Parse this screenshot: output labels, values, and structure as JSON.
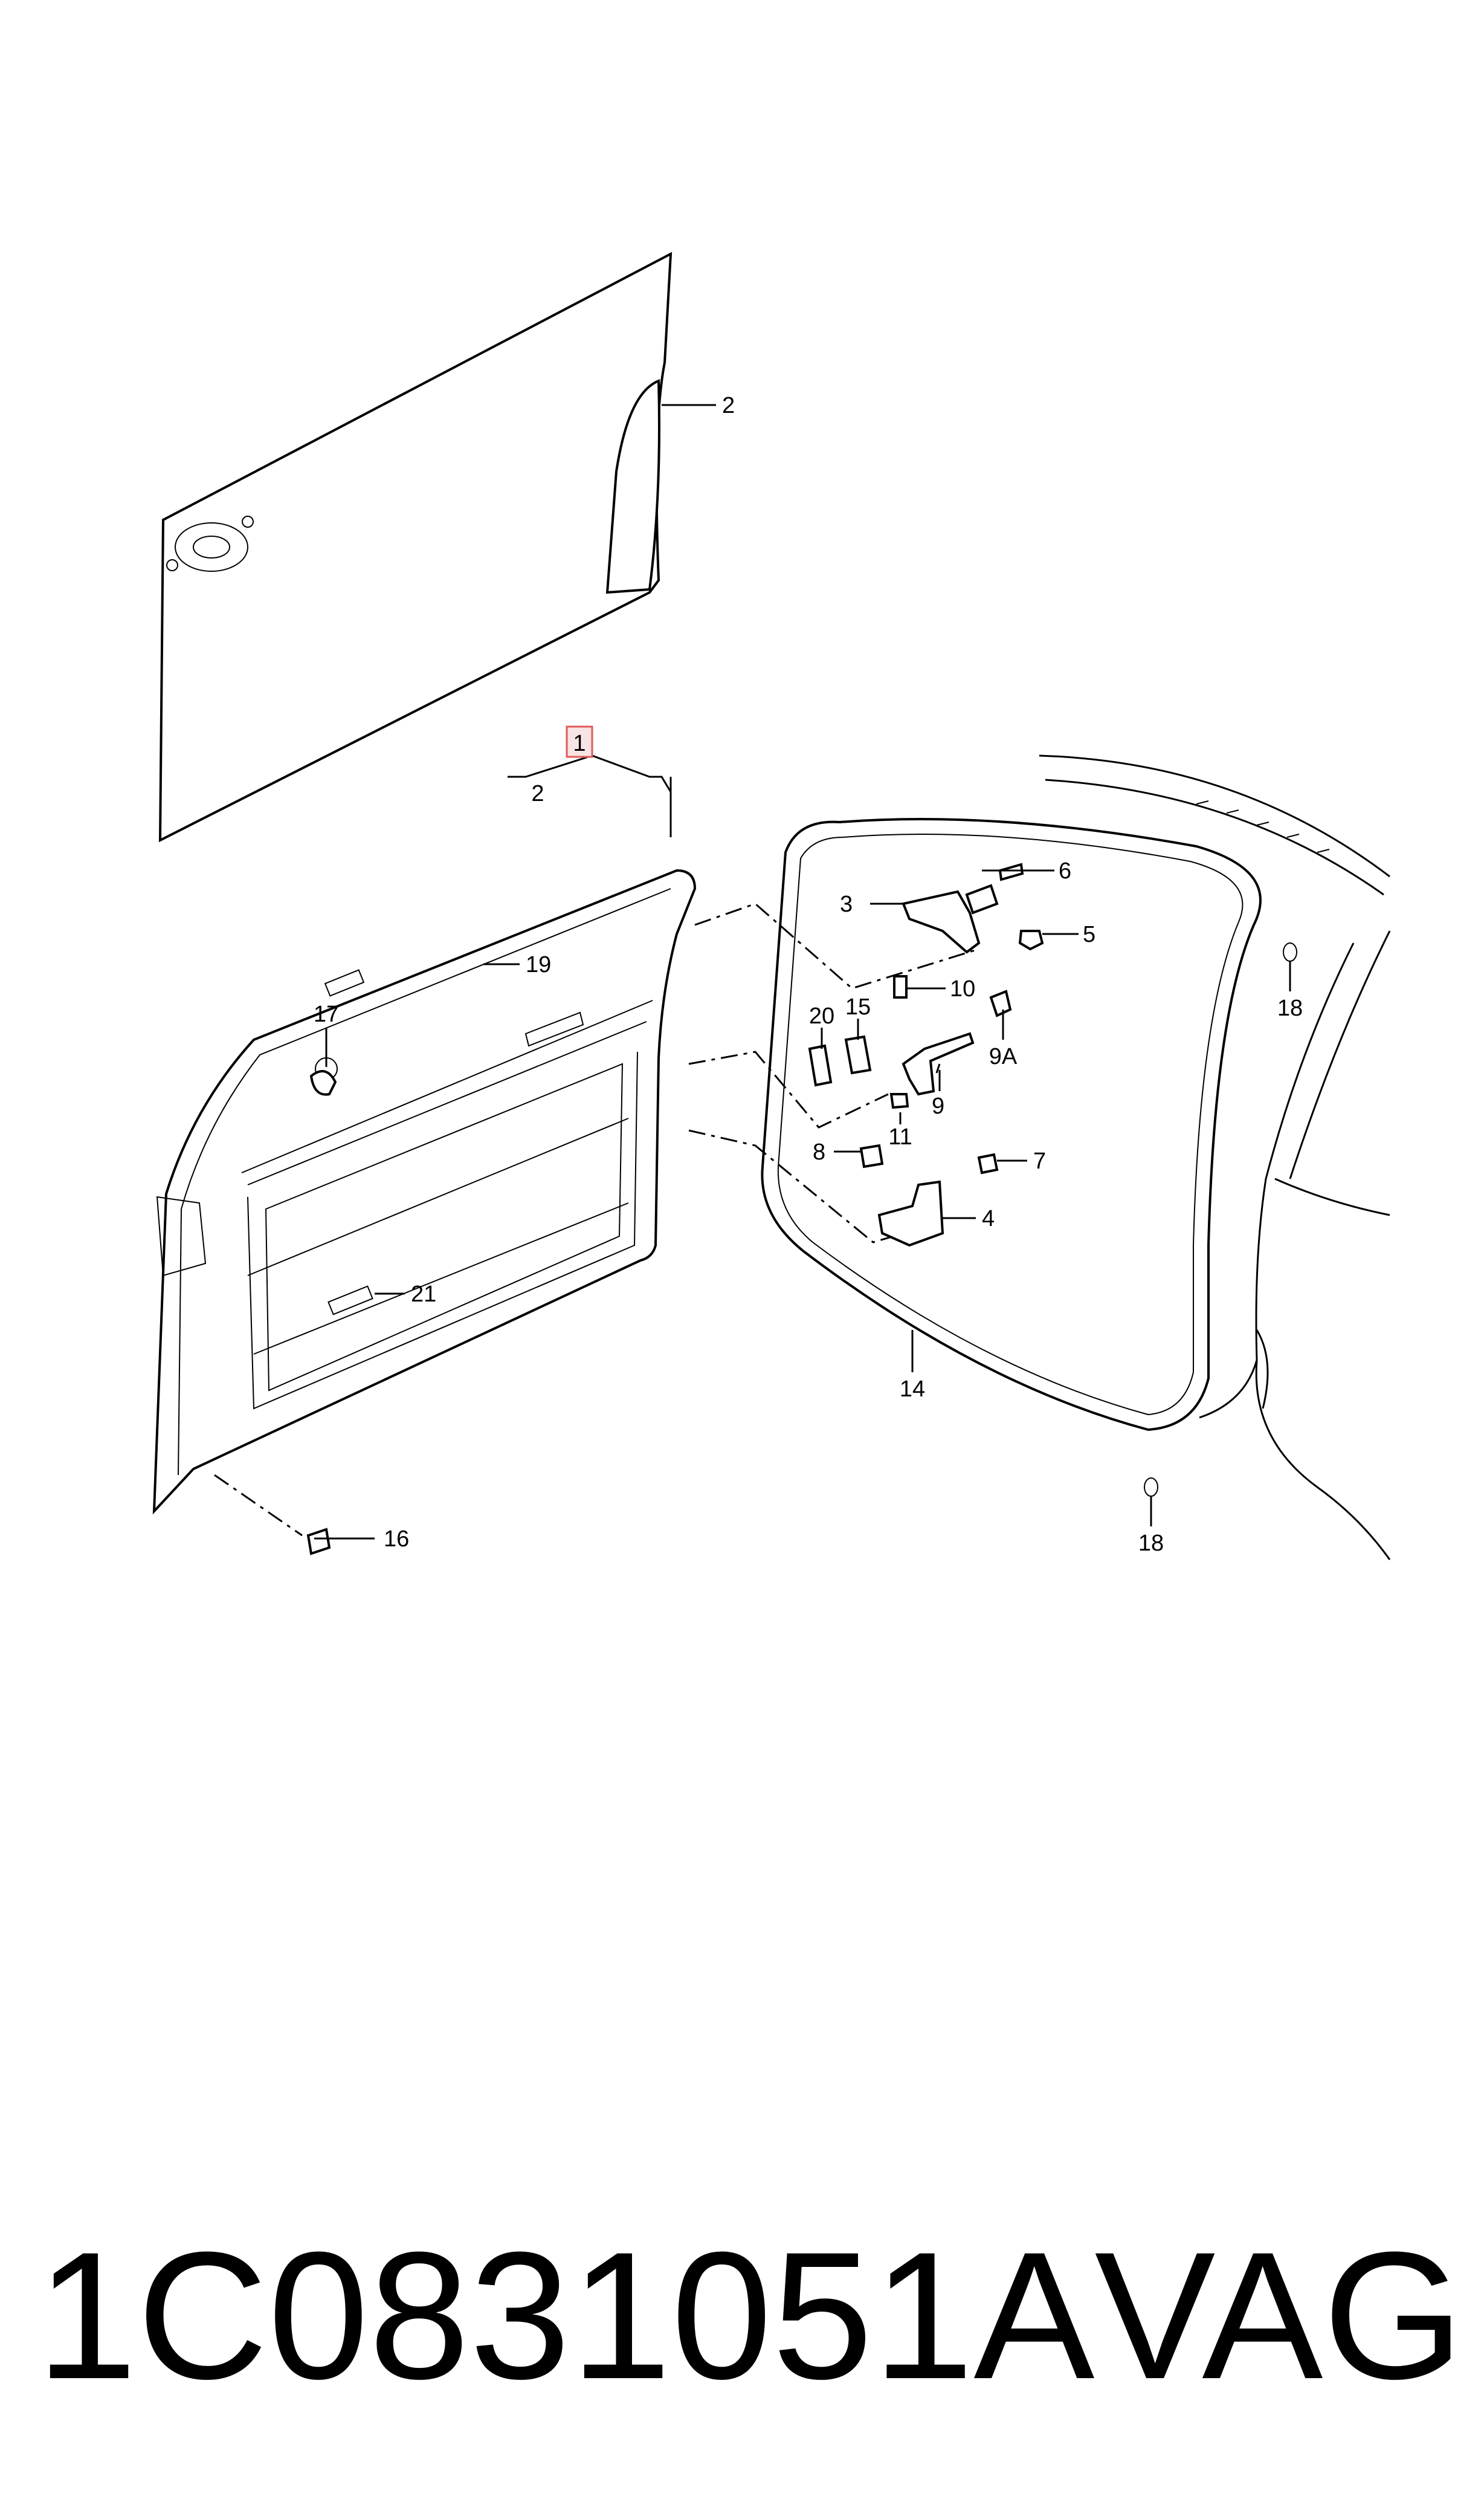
{
  "callouts": {
    "c1": "1",
    "c2_top": "2",
    "c2_group": "2",
    "c3": "3",
    "c4": "4",
    "c5": "5",
    "c6": "6",
    "c7": "7",
    "c8": "8",
    "c9": "9",
    "c9a": "9A",
    "c10": "10",
    "c11": "11",
    "c14": "14",
    "c15": "15",
    "c16": "16",
    "c17": "17",
    "c18_upper": "18",
    "c18_lower": "18",
    "c19": "19",
    "c20": "20",
    "c21": "21"
  },
  "caption": {
    "part_number": "1C0831051A",
    "brand": "VAG"
  },
  "colors": {
    "line": "#000000",
    "highlight_box": "#e05a5a",
    "background": "#ffffff"
  }
}
